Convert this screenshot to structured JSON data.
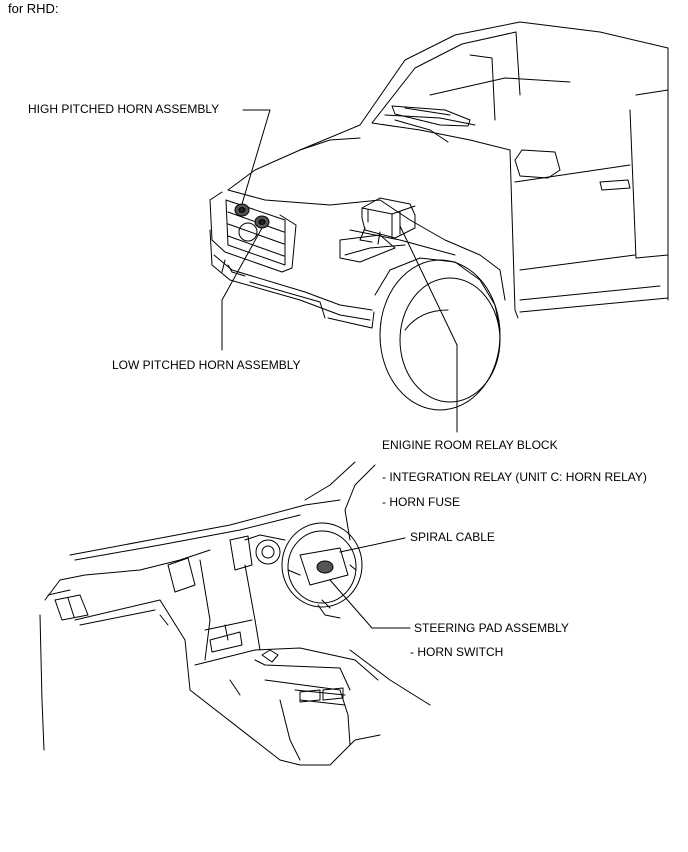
{
  "header": {
    "title": "for RHD:"
  },
  "labels": {
    "high_horn": "HIGH PITCHED HORN ASSEMBLY",
    "low_horn": "LOW PITCHED HORN ASSEMBLY",
    "relay_block": "ENIGINE ROOM RELAY BLOCK",
    "integration_relay": "- INTEGRATION RELAY (UNIT C: HORN RELAY)",
    "horn_fuse": "- HORN FUSE",
    "spiral_cable": "SPIRAL CABLE",
    "steering_pad": "STEERING PAD ASSEMBLY",
    "horn_switch": "- HORN SWITCH"
  }
}
